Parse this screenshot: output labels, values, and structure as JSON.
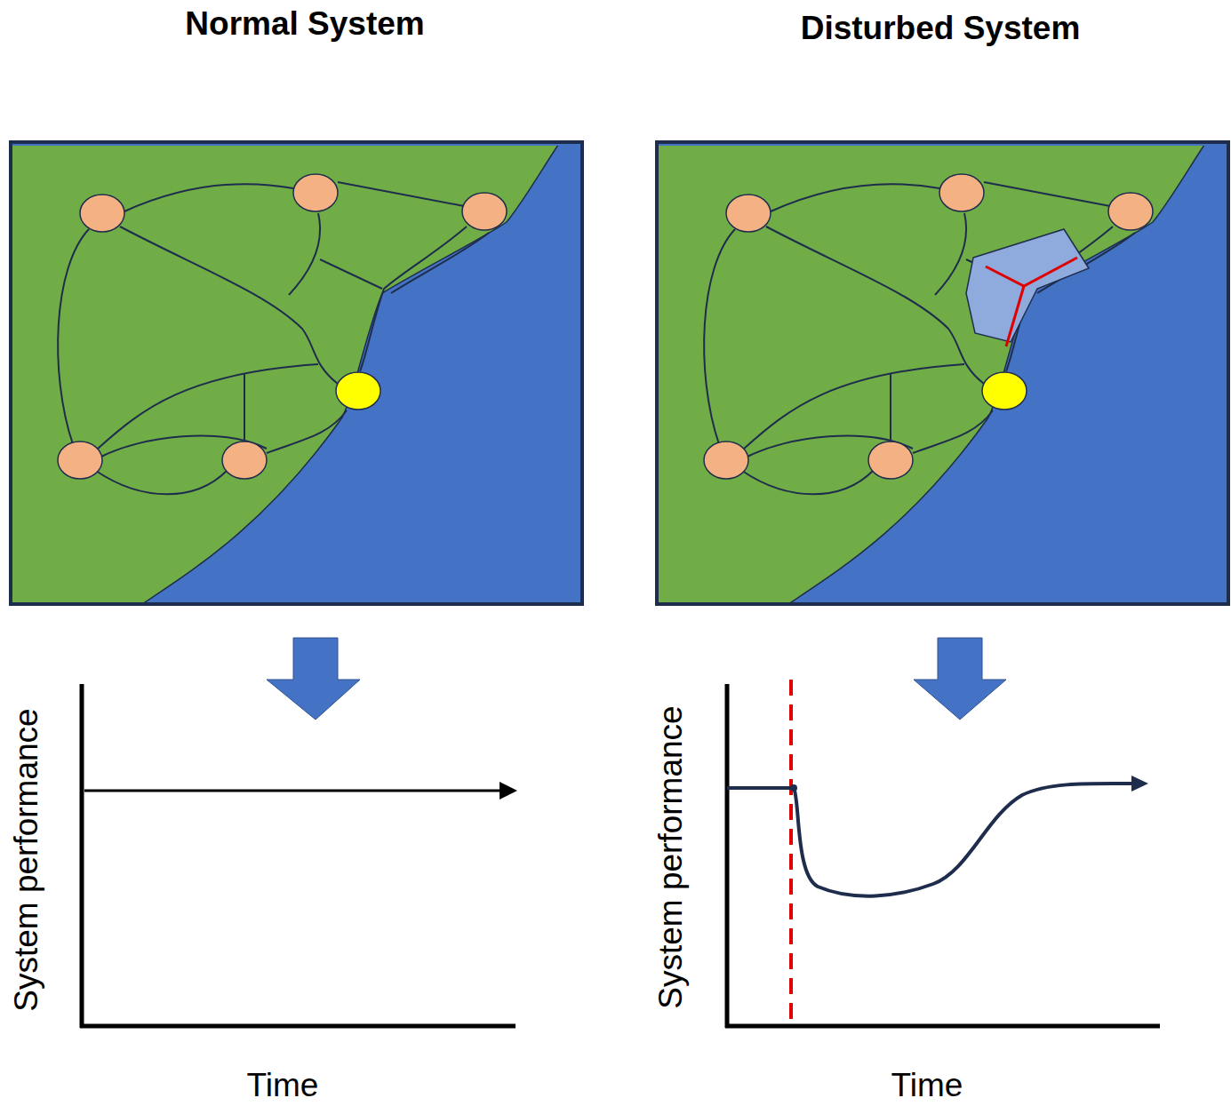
{
  "diagram": {
    "labels": [
      "Normal System",
      "Disturbed System",
      "System performance",
      "Time",
      "System performance",
      "Time"
    ]
  }
}
